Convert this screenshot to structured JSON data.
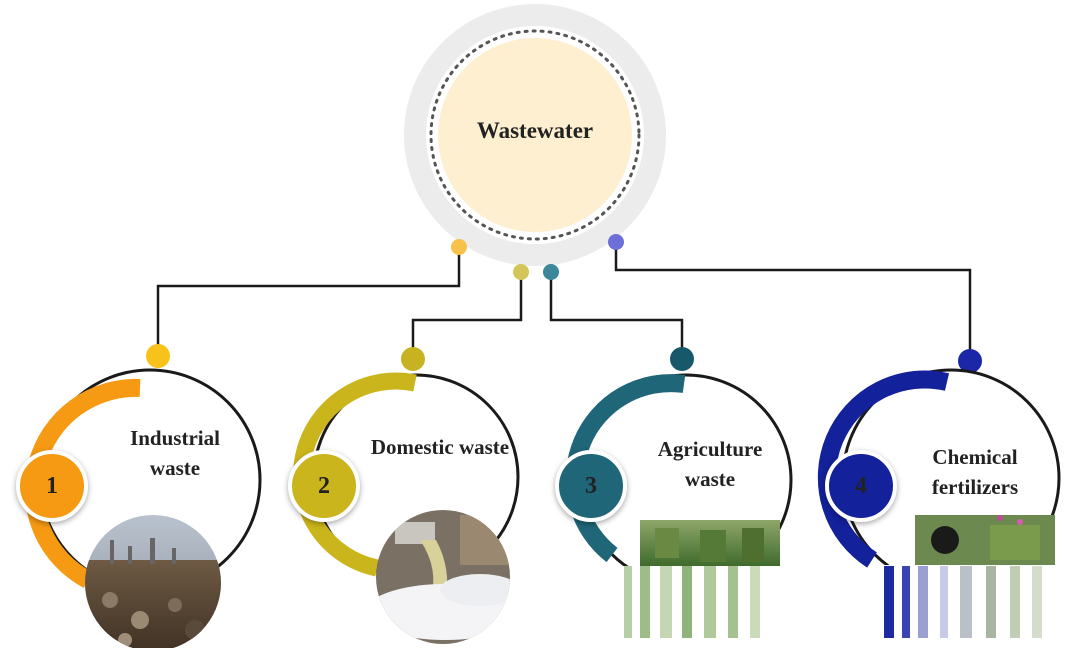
{
  "center": {
    "label": "Wastewater"
  },
  "colors": {
    "industrial": "#f59a12",
    "domestic": "#cbb51c",
    "agriculture": "#1f6678",
    "chemical": "#13219a",
    "center_fill": "#fdefcf",
    "ring": "#ececec"
  },
  "sources": [
    {
      "number": "1",
      "label_line1": "Industrial",
      "label_line2": "waste"
    },
    {
      "number": "2",
      "label_line1": "Domestic waste",
      "label_line2": ""
    },
    {
      "number": "3",
      "label_line1": "Agriculture",
      "label_line2": "waste"
    },
    {
      "number": "4",
      "label_line1": "Chemical",
      "label_line2": "fertilizers"
    }
  ]
}
